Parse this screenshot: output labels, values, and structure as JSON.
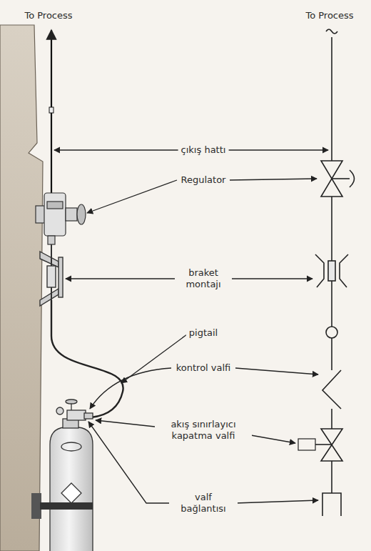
{
  "diagram": {
    "labels": [
      "To Process",
      "To Process",
      "çıkış hattı",
      "Regulator",
      "braket montajı",
      "pigtail",
      "kontrol valfi",
      "akış sınırlayıcı kapatma valfi",
      "valf bağlantısı"
    ]
  }
}
